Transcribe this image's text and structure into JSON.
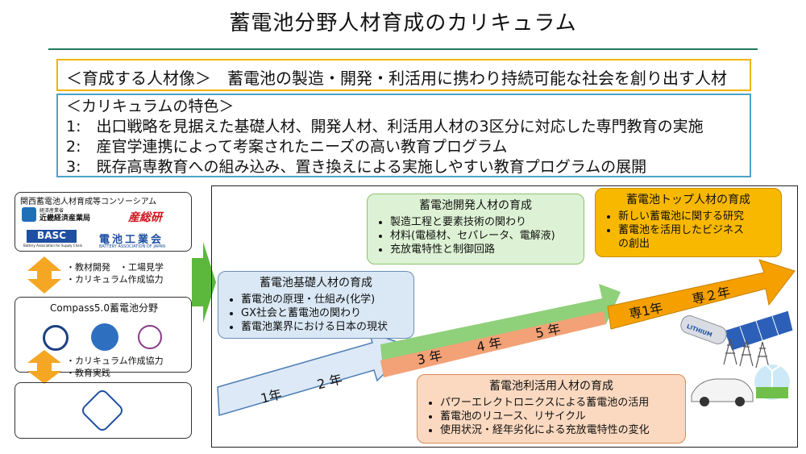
{
  "title": "蓄電池分野人材育成のカリキュラム",
  "goal": "＜育成する人材像＞　蓄電池の製造・開発・利活用に携わり持続可能な社会を創り出す人材",
  "features": {
    "heading": "＜カリキュラムの特色＞",
    "items": [
      "1:　出口戦略を見据えた基礎人材、開発人材、利活用人材の3区分に対応した専門教育の実施",
      "2:　産官学連携によって考案されたニーズの高い教育プログラム",
      "3:　既存高専教育への組み込み、置き換えによる実施しやすい教育プログラムの展開"
    ]
  },
  "consortium": {
    "title": "関西蓄電池人材育成等コンソーシアム",
    "logos": [
      "近畿経済産業局",
      "産総研",
      "BASC",
      "電池工業会"
    ],
    "logo_sub": [
      "経済産業省",
      "Battery Association for Supply Chain",
      "BATTERY ASSOCIATION OF JAPAN"
    ]
  },
  "note1": [
    "・教材開発　・工場見学",
    "・カリキュラム作成協力"
  ],
  "compass": {
    "title": "Compass5.0蓄電池分野"
  },
  "note2": [
    "・カリキュラム作成協力",
    "・教育実践"
  ],
  "panels": {
    "basic": {
      "title": "蓄電池基礎人材の育成",
      "items": [
        "蓄電池の原理・仕組み(化学)",
        "GX社会と蓄電池の関わり",
        "蓄電池業界における日本の現状"
      ]
    },
    "dev": {
      "title": "蓄電池開発人材の育成",
      "items": [
        "製造工程と要素技術の関わり",
        "材料(電極材、セパレータ、電解液)",
        "充放電特性と制御回路"
      ]
    },
    "top": {
      "title": "蓄電池トップ人材の育成",
      "items": [
        "新しい蓄電池に関する研究",
        "蓄電池を活用したビジネス",
        "の創出"
      ]
    },
    "use": {
      "title": "蓄電池利活用人材の育成",
      "items": [
        "パワーエレクトロニクスによる蓄電池の活用",
        "蓄電池のリユース、リサイクル",
        "使用状況・経年劣化による充放電特性の変化"
      ]
    }
  },
  "years": {
    "y1": "1年",
    "y2": "2 年",
    "y3": "3 年",
    "y4": "4 年",
    "y5": "5 年",
    "s1": "専1年",
    "s2": "専２年"
  },
  "illustration": {
    "battery": "LITHIUM"
  },
  "colors": {
    "accent": "#1f7a5c",
    "goal_border": "#f0b400",
    "features_border": "#4aa3c8",
    "green_arrow": "#3cb030",
    "orange_arrow": "#f0a000"
  }
}
